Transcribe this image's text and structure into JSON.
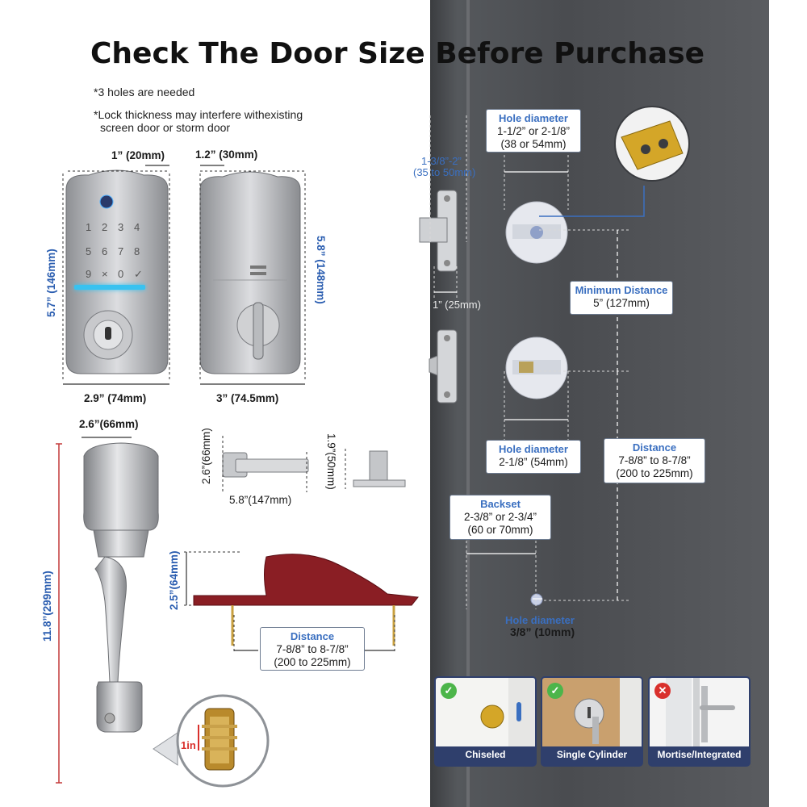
{
  "title": "Check The Door Size Before Purchase",
  "notes": {
    "note1": "*3 holes are needed",
    "note2_line1": "*Lock thickness may interfere withexisting",
    "note2_line2": "screen door or storm door"
  },
  "keypad_keys": [
    "1",
    "2",
    "3",
    "4",
    "5",
    "6",
    "7",
    "8",
    "9",
    "×",
    "0",
    "✓"
  ],
  "deadbolt_dims": {
    "front_depth": "1” (20mm)",
    "back_depth": "1.2” (30mm)",
    "front_height": "5.7” (146mm)",
    "back_height": "5.8” (148mm)",
    "front_width": "2.9” (74mm)",
    "back_width": "3” (74.5mm)"
  },
  "handle_dims": {
    "width": "2.6”(66mm)",
    "height": "11.8”(299mm)",
    "lever_height": "2.6”(66mm)",
    "lever_width": "5.8”(147mm)",
    "strike_height": "1.9”(50mm)",
    "inner_height": "2.5”(64mm)",
    "spindle": "1in"
  },
  "inner_distance": {
    "heading": "Distance",
    "value": "7-8/8”  to 8-7/8”",
    "value_mm": "(200 to 225mm)"
  },
  "door_dims": {
    "door_thickness": "1-3/8”-2”",
    "door_thickness_mm": "(35 to 50mm)",
    "latch_width": "1” (25mm)"
  },
  "hole_diameter_top": {
    "heading": "Hole diameter",
    "value": "1-1/2” or 2-1/8”",
    "value_mm": "(38 or 54mm)"
  },
  "minimum_distance": {
    "heading": "Minimum Distance",
    "value": "5” (127mm)"
  },
  "hole_diameter_mid": {
    "heading": "Hole diameter",
    "value": "2-1/8” (54mm)"
  },
  "distance_right": {
    "heading": "Distance",
    "value": "7-8/8” to 8-7/8”",
    "value_mm": "(200 to 225mm)"
  },
  "backset": {
    "heading": "Backset",
    "value": "2-3/8” or 2-3/4”",
    "value_mm": "(60 or 70mm)"
  },
  "hole_diameter_small": {
    "heading": "Hole diameter",
    "value": "3/8” (10mm)"
  },
  "door_types": [
    {
      "label": "Chiseled",
      "status": "ok",
      "mark": "✓"
    },
    {
      "label": "Single Cylinder",
      "status": "ok",
      "mark": "✓"
    },
    {
      "label": "Mortise/Integrated",
      "status": "no",
      "mark": "✕"
    }
  ],
  "colors": {
    "accent_blue": "#3a6fc0",
    "door_gray": "#4a4c50",
    "card_navy": "#2f3f6c",
    "ok_green": "#4cb54a",
    "no_red": "#d9302c",
    "keypad_glow": "#38c2f0",
    "escutcheon_red": "#8a1e24"
  }
}
